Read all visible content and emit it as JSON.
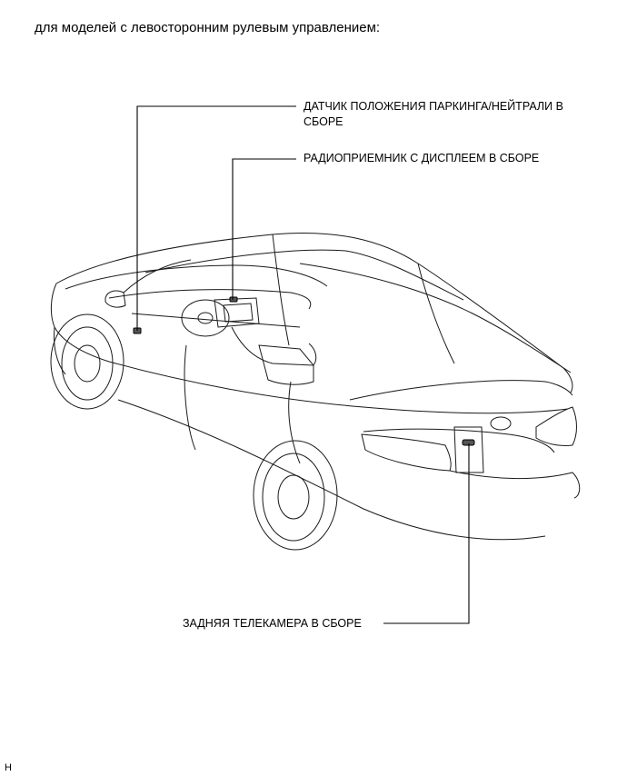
{
  "heading": "для моделей с левосторонним рулевым управлением:",
  "labels": {
    "sensor_line1": "ДАТЧИК ПОЛОЖЕНИЯ ПАРКИНГА/НЕЙТРАЛИ В",
    "sensor_line2": "СБОРЕ",
    "radio": "РАДИОПРИЕМНИК С ДИСПЛЕЕМ В СБОРЕ",
    "camera": "ЗАДНЯЯ ТЕЛЕКАМЕРА В СБОРЕ"
  },
  "corner_mark": "H"
}
